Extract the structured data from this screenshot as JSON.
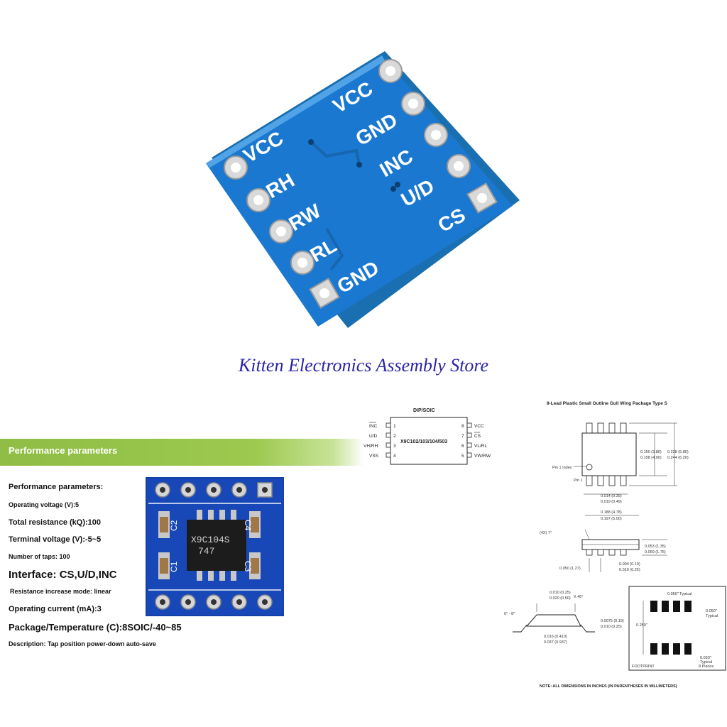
{
  "board_top": {
    "left_labels": [
      "VCC",
      "RH",
      "RW",
      "RL",
      "GND"
    ],
    "right_labels": [
      "VCC",
      "GND",
      "INC",
      "U/D",
      "CS"
    ]
  },
  "store_title": "Kitten Electronics Assembly Store",
  "performance": {
    "banner": "Performance parameters",
    "heading": "Performance parameters:",
    "items": [
      "Operating voltage (V):5",
      "Total resistance (kQ):100",
      "Terminal voltage (V):-5~5",
      "Number of taps: 100",
      "Interface: CS,U/D,INC",
      "Resistance increase mode: linear",
      "Operating current (mA):3",
      "Package/Temperature (C):8SOIC/-40~85",
      "Description: Tap position power-down auto-save"
    ]
  },
  "board_bottom": {
    "chip_line1": "X9C104S",
    "chip_line2": "747",
    "caps": [
      "C2",
      "C4",
      "C1",
      "C3"
    ]
  },
  "pinout": {
    "title": "DIP/SOIC",
    "chip_label": "X9C102/103/104/503",
    "left_pins": [
      "INC",
      "U/D",
      "VH/RH",
      "VSS"
    ],
    "left_nums": [
      "1",
      "2",
      "3",
      "4"
    ],
    "right_pins": [
      "VCC",
      "CS",
      "VL/RL",
      "VW/RW"
    ],
    "right_nums": [
      "8",
      "7",
      "6",
      "5"
    ]
  },
  "package": {
    "title": "8-Lead Plastic Small Outline Gull Wing Package Type S",
    "dim_a1": "0.150 (3.80)",
    "dim_a2": "0.158 (4.00)",
    "dim_b1": "0.228 (5.80)",
    "dim_b2": "0.244 (6.20)",
    "pin1_index": "Pin 1 Index",
    "pin1": "Pin 1",
    "dim_c1": "0.014 (0.35)",
    "dim_c2": "0.019 (0.49)",
    "dim_d1": "0.188 (4.78)",
    "dim_d2": "0.197 (5.00)",
    "angle": "(4X) 7°",
    "dim_e1": "0.053 (1.35)",
    "dim_e2": "0.069 (1.75)",
    "dim_f1": "0.004 (0.19)",
    "dim_f2": "0.010 (0.25)",
    "pitch": "0.050 (1.27)",
    "dim_g1": "0.010 (0.25)",
    "dim_g2": "0.020 (0.50)",
    "x45": "X 45°",
    "angle2": "0° - 8°",
    "dim_h1": "0.0075 (0.19)",
    "dim_h2": "0.010 (0.25)",
    "dim_i1": "0.016 (0.410)",
    "dim_i2": "0.037 (0.937)",
    "fp_typ": "0.050\" Typical",
    "fp_typ2": "0.050\"",
    "fp_typ2b": "Typical",
    "fp_250": "0.250\"",
    "fp_030": "0.030\"",
    "fp_030b": "Typical",
    "fp_030c": "8 Places",
    "footprint": "FOOTPRINT",
    "note": "NOTE: ALL DIMENSIONS IN INCHES (IN PARENTHESES IN MILLIMETERS)"
  }
}
